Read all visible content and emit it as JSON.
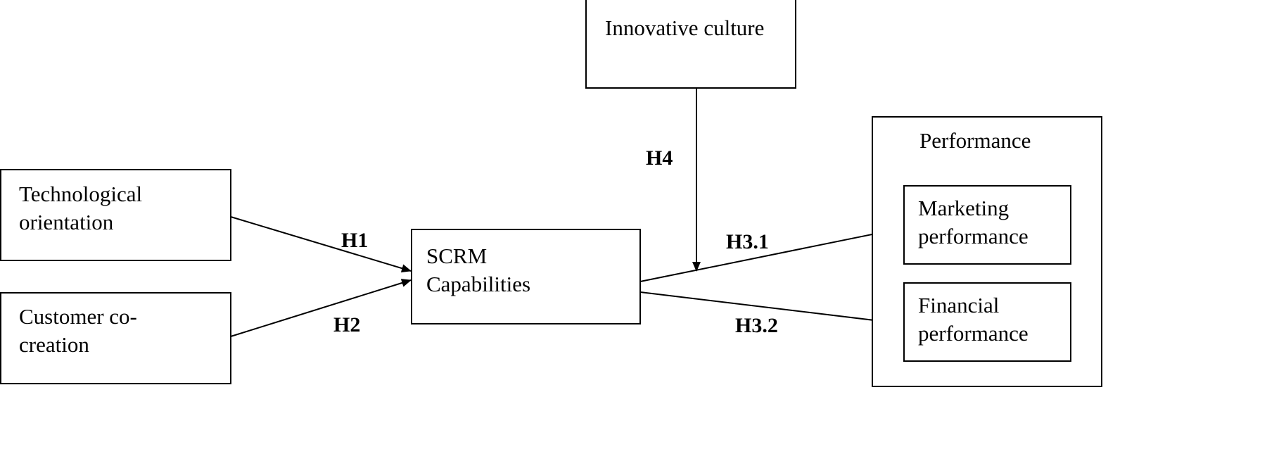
{
  "nodes": {
    "innovative_culture": "Innovative culture",
    "performance": "Performance",
    "marketing_performance": [
      "Marketing",
      "performance"
    ],
    "financial_performance": [
      "Financial",
      "performance"
    ],
    "technological_orientation": [
      "Technological",
      "orientation"
    ],
    "customer_cocreation": [
      "Customer co-",
      "creation"
    ],
    "scrm": [
      "SCRM",
      "Capabilities"
    ]
  },
  "hypotheses": {
    "h1": "H1",
    "h2": "H2",
    "h31": "H3.1",
    "h32": "H3.2",
    "h4": "H4"
  }
}
